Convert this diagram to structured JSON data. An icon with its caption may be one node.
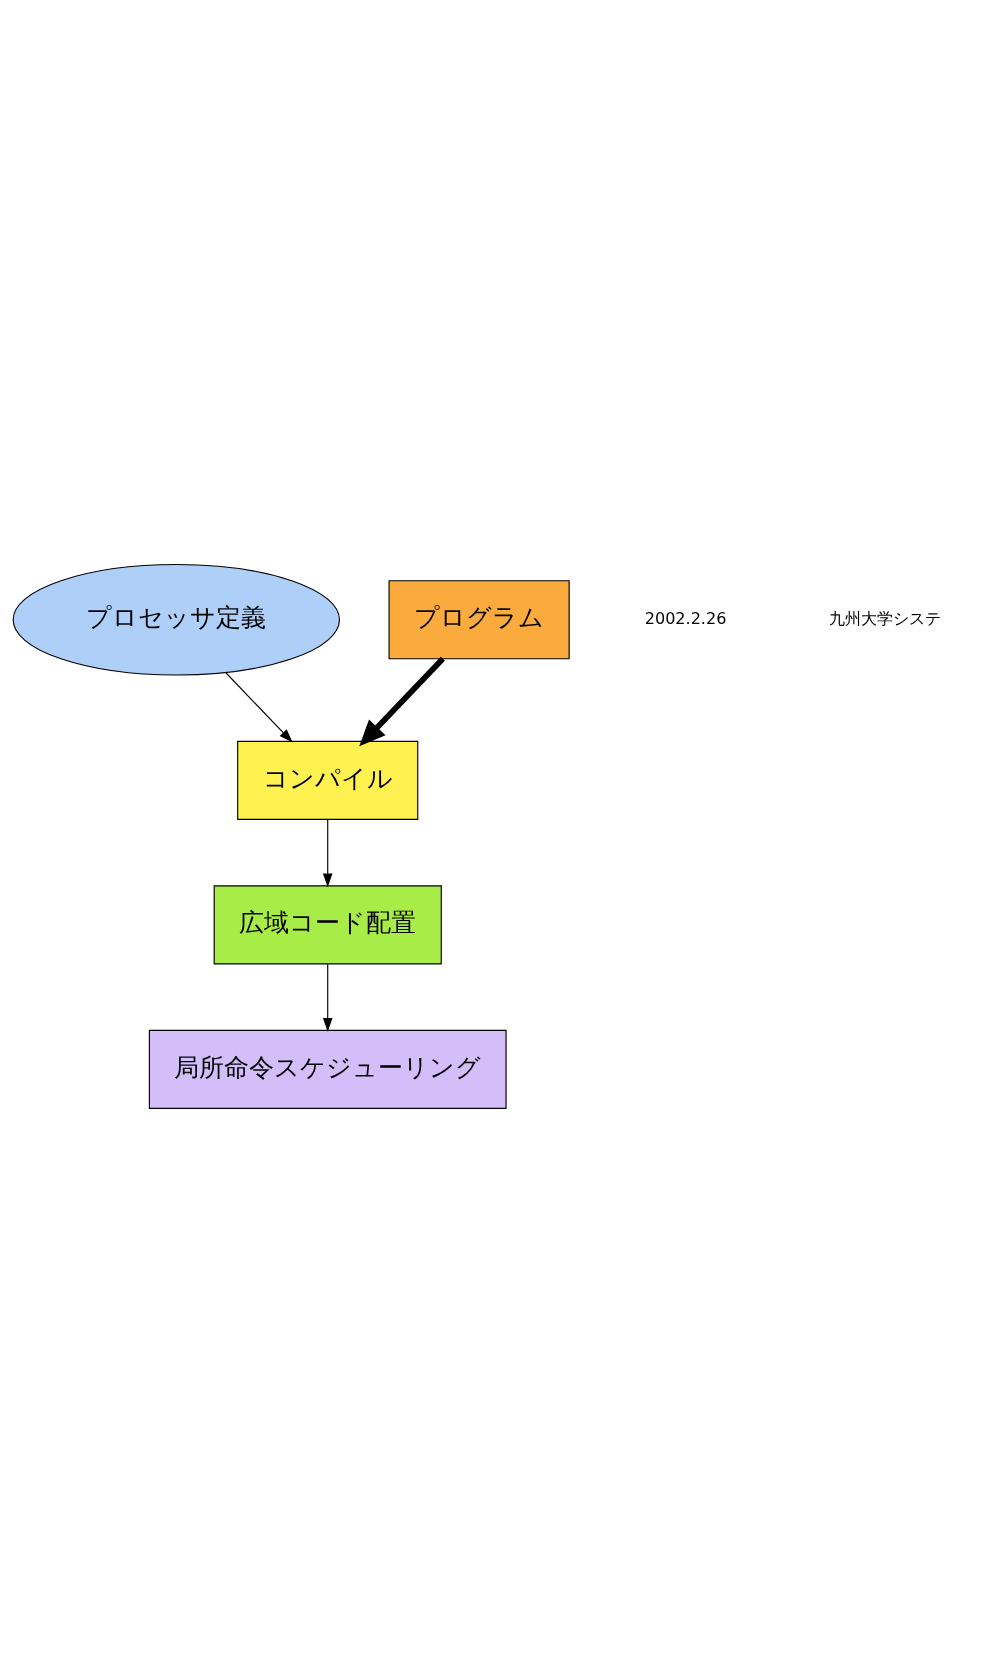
{
  "diagram": {
    "nodes": [
      {
        "text": [
          "プロセッサ定義"
        ]
      },
      {
        "text": [
          "プログラム"
        ]
      },
      {
        "text": [
          "コンパイル"
        ]
      },
      {
        "text": [
          "広域コード配置"
        ]
      },
      {
        "text": [
          "局所命令スケジューリング"
        ]
      }
    ],
    "edges": [
      {
        "from": 0,
        "to": 2,
        "arrow": "to"
      },
      {
        "from": 1,
        "to": 2,
        "arrow": "to",
        "style": "thick"
      },
      {
        "from": 2,
        "to": 3,
        "arrow": "to"
      },
      {
        "from": 3,
        "to": 4,
        "arrow": "to"
      }
    ],
    "labels": [
      "2002.2.26",
      "九州大学システ"
    ]
  }
}
